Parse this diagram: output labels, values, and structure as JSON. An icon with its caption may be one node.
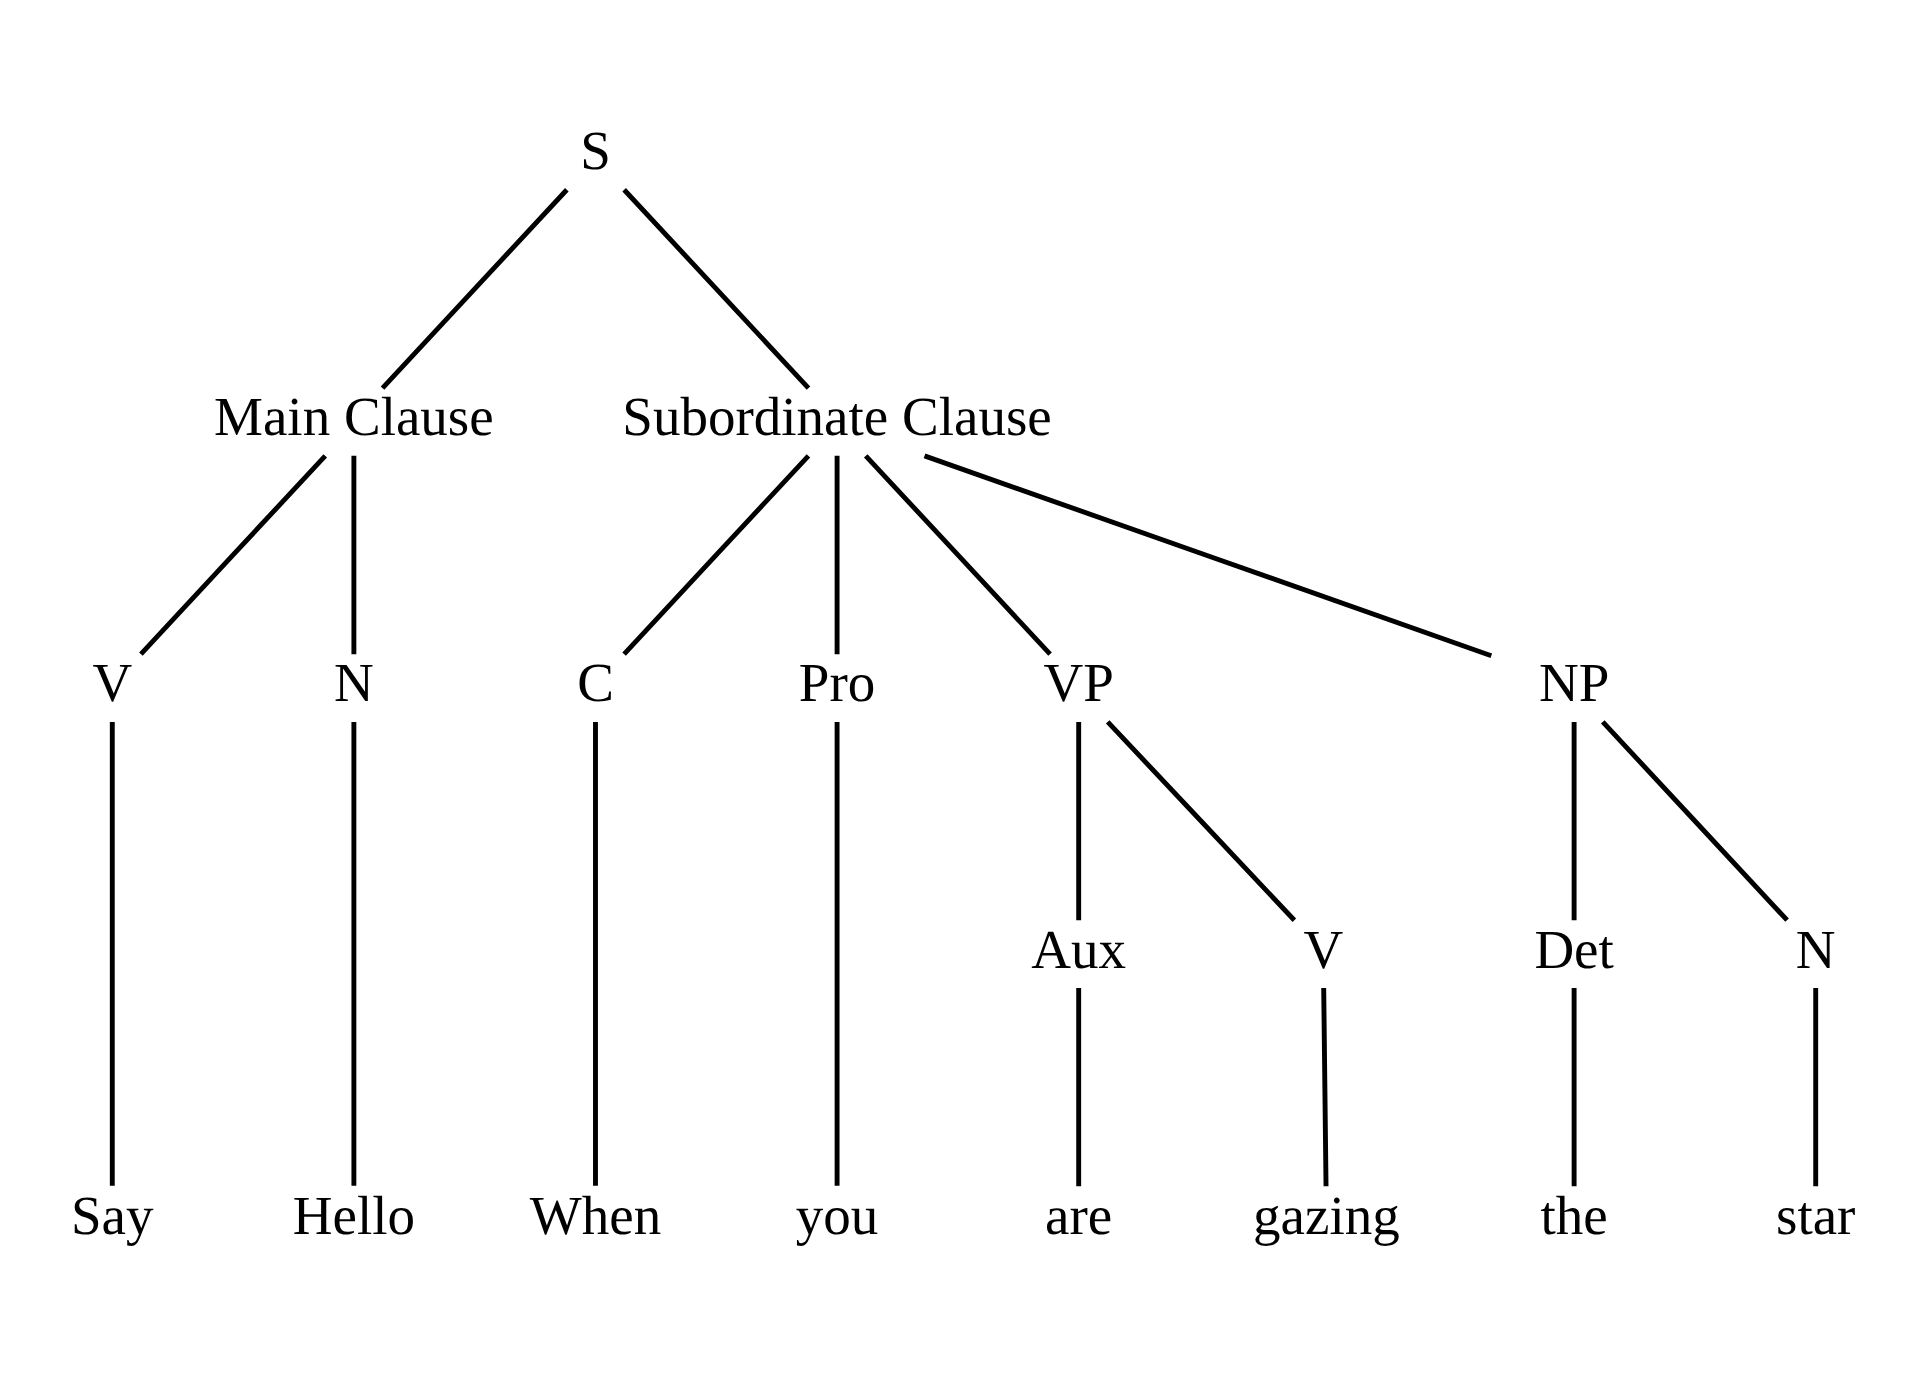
{
  "diagram": {
    "nodes": [
      {
        "text": [
          "S"
        ]
      },
      {
        "text": [
          "Main Clause"
        ]
      },
      {
        "text": [
          "Subordinate Clause"
        ]
      },
      {
        "text": [
          "V"
        ]
      },
      {
        "text": [
          "N"
        ]
      },
      {
        "text": [
          "C"
        ]
      },
      {
        "text": [
          "Pro"
        ]
      },
      {
        "text": [
          "VP"
        ]
      },
      {
        "text": [
          "NP"
        ]
      },
      {
        "text": [
          "Aux"
        ]
      },
      {
        "text": [
          "V"
        ]
      },
      {
        "text": [
          "Det"
        ]
      },
      {
        "text": [
          "N"
        ]
      },
      {
        "text": [
          "Say"
        ]
      },
      {
        "text": [
          "Hello"
        ]
      },
      {
        "text": [
          "When"
        ]
      },
      {
        "text": [
          "you"
        ]
      },
      {
        "text": [
          "are"
        ]
      },
      {
        "text": [
          "gazing"
        ]
      },
      {
        "text": [
          "the"
        ]
      },
      {
        "text": [
          "star"
        ]
      }
    ],
    "edges": [
      {
        "from": 0,
        "to": 1,
        "arrow": "none"
      },
      {
        "from": 0,
        "to": 2,
        "arrow": "none"
      },
      {
        "from": 1,
        "to": 3,
        "arrow": "none"
      },
      {
        "from": 1,
        "to": 4,
        "arrow": "none"
      },
      {
        "from": 2,
        "to": 5,
        "arrow": "none"
      },
      {
        "from": 2,
        "to": 6,
        "arrow": "none"
      },
      {
        "from": 2,
        "to": 7,
        "arrow": "none"
      },
      {
        "from": 2,
        "to": 8,
        "arrow": "none"
      },
      {
        "from": 7,
        "to": 9,
        "arrow": "none"
      },
      {
        "from": 7,
        "to": 10,
        "arrow": "none"
      },
      {
        "from": 8,
        "to": 11,
        "arrow": "none"
      },
      {
        "from": 8,
        "to": 12,
        "arrow": "none"
      },
      {
        "from": 3,
        "to": 13,
        "arrow": "none"
      },
      {
        "from": 4,
        "to": 14,
        "arrow": "none"
      },
      {
        "from": 5,
        "to": 15,
        "arrow": "none"
      },
      {
        "from": 6,
        "to": 16,
        "arrow": "none"
      },
      {
        "from": 9,
        "to": 17,
        "arrow": "none"
      },
      {
        "from": 10,
        "to": 18,
        "arrow": "none"
      },
      {
        "from": 11,
        "to": 19,
        "arrow": "none"
      },
      {
        "from": 12,
        "to": 20,
        "arrow": "none"
      }
    ]
  }
}
